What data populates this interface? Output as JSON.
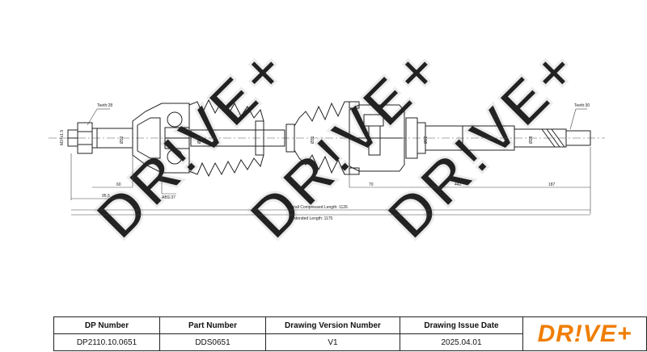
{
  "watermark": "DR!VE+",
  "brand": {
    "logo_text": "DR!VE+",
    "accent_color": "#f07d00"
  },
  "dimensions": {
    "teeth_left": "Teeth:28",
    "teeth_right": "Teeth:30",
    "thread": "M24x1.5",
    "d_a": "Ø32",
    "d_b": "Ø34",
    "d_c": "Ø31",
    "d_d": "Ø22",
    "d_e": "Ø28",
    "len_60": "60",
    "len_70": "70",
    "len_95": "95.5",
    "len_442": "442",
    "len_187": "187",
    "abs": "ABS:37",
    "overall_label": "Overall   Compressed   Length: 1126",
    "extended_label": "Extended   Length: 1175"
  },
  "info_table": {
    "headers": [
      "DP Number",
      "Part Number",
      "Drawing Version Number",
      "Drawing Issue Date"
    ],
    "values": [
      "DP2110.10.0651",
      "DDS0651",
      "V1",
      "2025.04.01"
    ]
  }
}
